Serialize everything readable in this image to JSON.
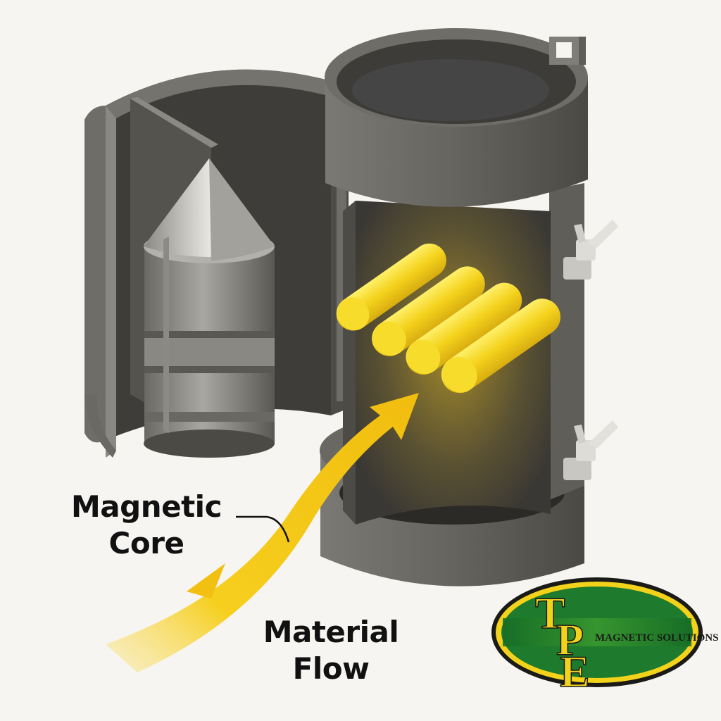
{
  "labels": {
    "magnetic_core": [
      "Magnetic",
      "Core"
    ],
    "material_flow": [
      "Material",
      "Flow"
    ]
  },
  "logo": {
    "letters": "TPE",
    "text": "MAGNETIC SOLUTIONS"
  },
  "colors": {
    "background": "#f6f5f1",
    "housing": "#5d5b56",
    "interior": "#3c3b37",
    "magnet_bars": "#f2cc1a",
    "flow_arrow": "#f3c613",
    "logo_green": "#1e7a2c",
    "logo_yellow": "#f2d21b"
  },
  "icons": [
    "wing-nut-clamp-icon",
    "hinge-tab-icon",
    "cone-core-icon"
  ]
}
